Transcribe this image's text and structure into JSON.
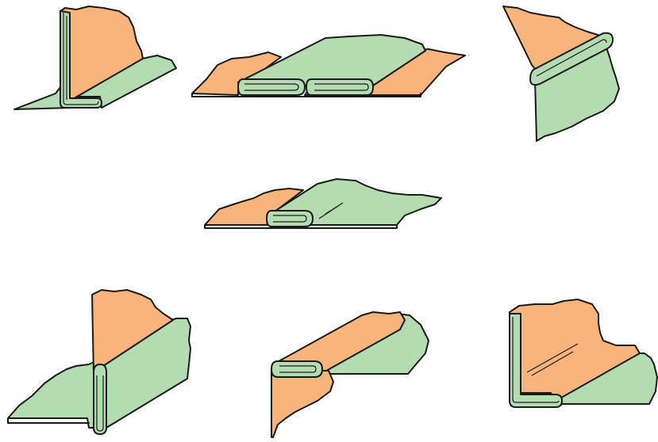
{
  "figure": {
    "panels": [
      {
        "id": "fold-vertical-flange-left"
      },
      {
        "id": "double-flat-fold"
      },
      {
        "id": "fold-corner-top-right"
      },
      {
        "id": "single-flat-fold-center"
      },
      {
        "id": "standing-fold-bottom-left"
      },
      {
        "id": "angled-fold-bottom-center"
      },
      {
        "id": "corner-fold-bottom-right"
      }
    ],
    "colors": {
      "sheet_a": "#f8b47a",
      "sheet_b": "#b3dcb0",
      "outline": "#1a1a1a",
      "background": "#ffffff"
    }
  }
}
